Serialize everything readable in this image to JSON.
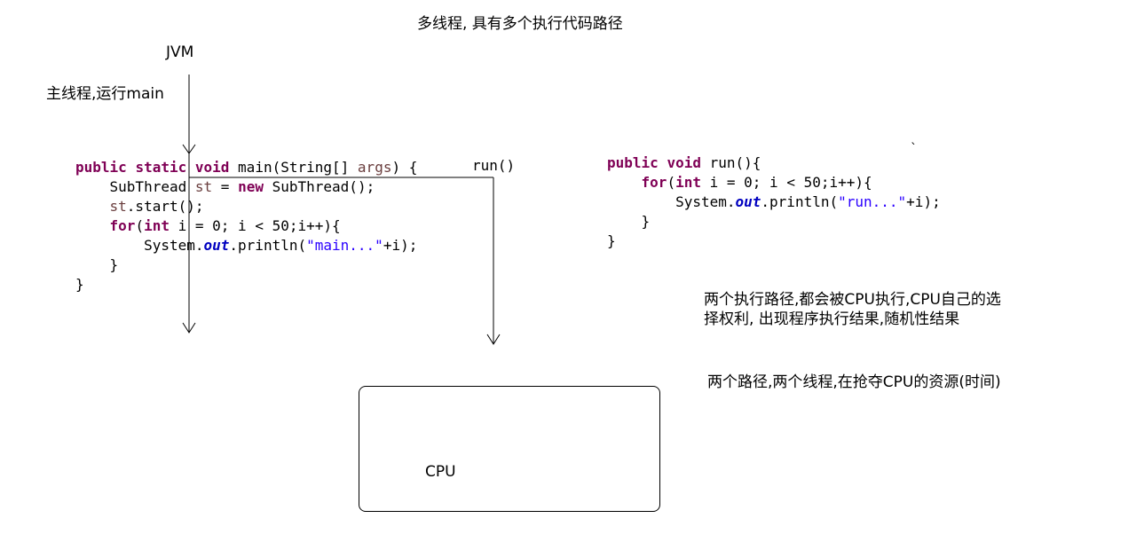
{
  "title": "多线程, 具有多个执行代码路径",
  "jvm_label": "JVM",
  "main_thread_label": "主线程,运行main",
  "run_label": "run()",
  "main_code": {
    "line1": {
      "kw1": "public",
      "kw2": "static",
      "kw3": "void",
      "rest_a": "main(String[]",
      "arg": "args",
      "rest_b": ") {"
    },
    "line2": {
      "type": "SubThread",
      "var": "st",
      "eq": "=",
      "kw": "new",
      "rest": "SubThread();"
    },
    "line3": {
      "var": "st",
      "rest": ".start();"
    },
    "line4": {
      "kw_for": "for",
      "kw_int": "int",
      "rest": "i = 0; i < 50;i++){"
    },
    "line5": {
      "a": "System.",
      "field": "out",
      "b": ".println(",
      "str": "\"main...\"",
      "c": "+i);"
    },
    "line6": "}",
    "line7": "}"
  },
  "run_code": {
    "line1": {
      "kw1": "public",
      "kw2": "void",
      "rest": "run(){"
    },
    "line2": {
      "kw_for": "for",
      "kw_int": "int",
      "rest": "i = 0; i < 50;i++){"
    },
    "line3": {
      "a": "System.",
      "field": "out",
      "b": ".println(",
      "str": "\"run...\"",
      "c": "+i);"
    },
    "line4": "}",
    "line5": "}"
  },
  "tick_mark": "`",
  "note1": "两个执行路径,都会被CPU执行,CPU自己的选择权利, 出现程序执行结果,随机性结果",
  "note2": "两个路径,两个线程,在抢夺CPU的资源(时间)",
  "cpu_label": "CPU",
  "colors": {
    "keyword": "#7f0055",
    "string": "#2a00ff",
    "field": "#0000c0",
    "variable": "#6a3e3e"
  }
}
